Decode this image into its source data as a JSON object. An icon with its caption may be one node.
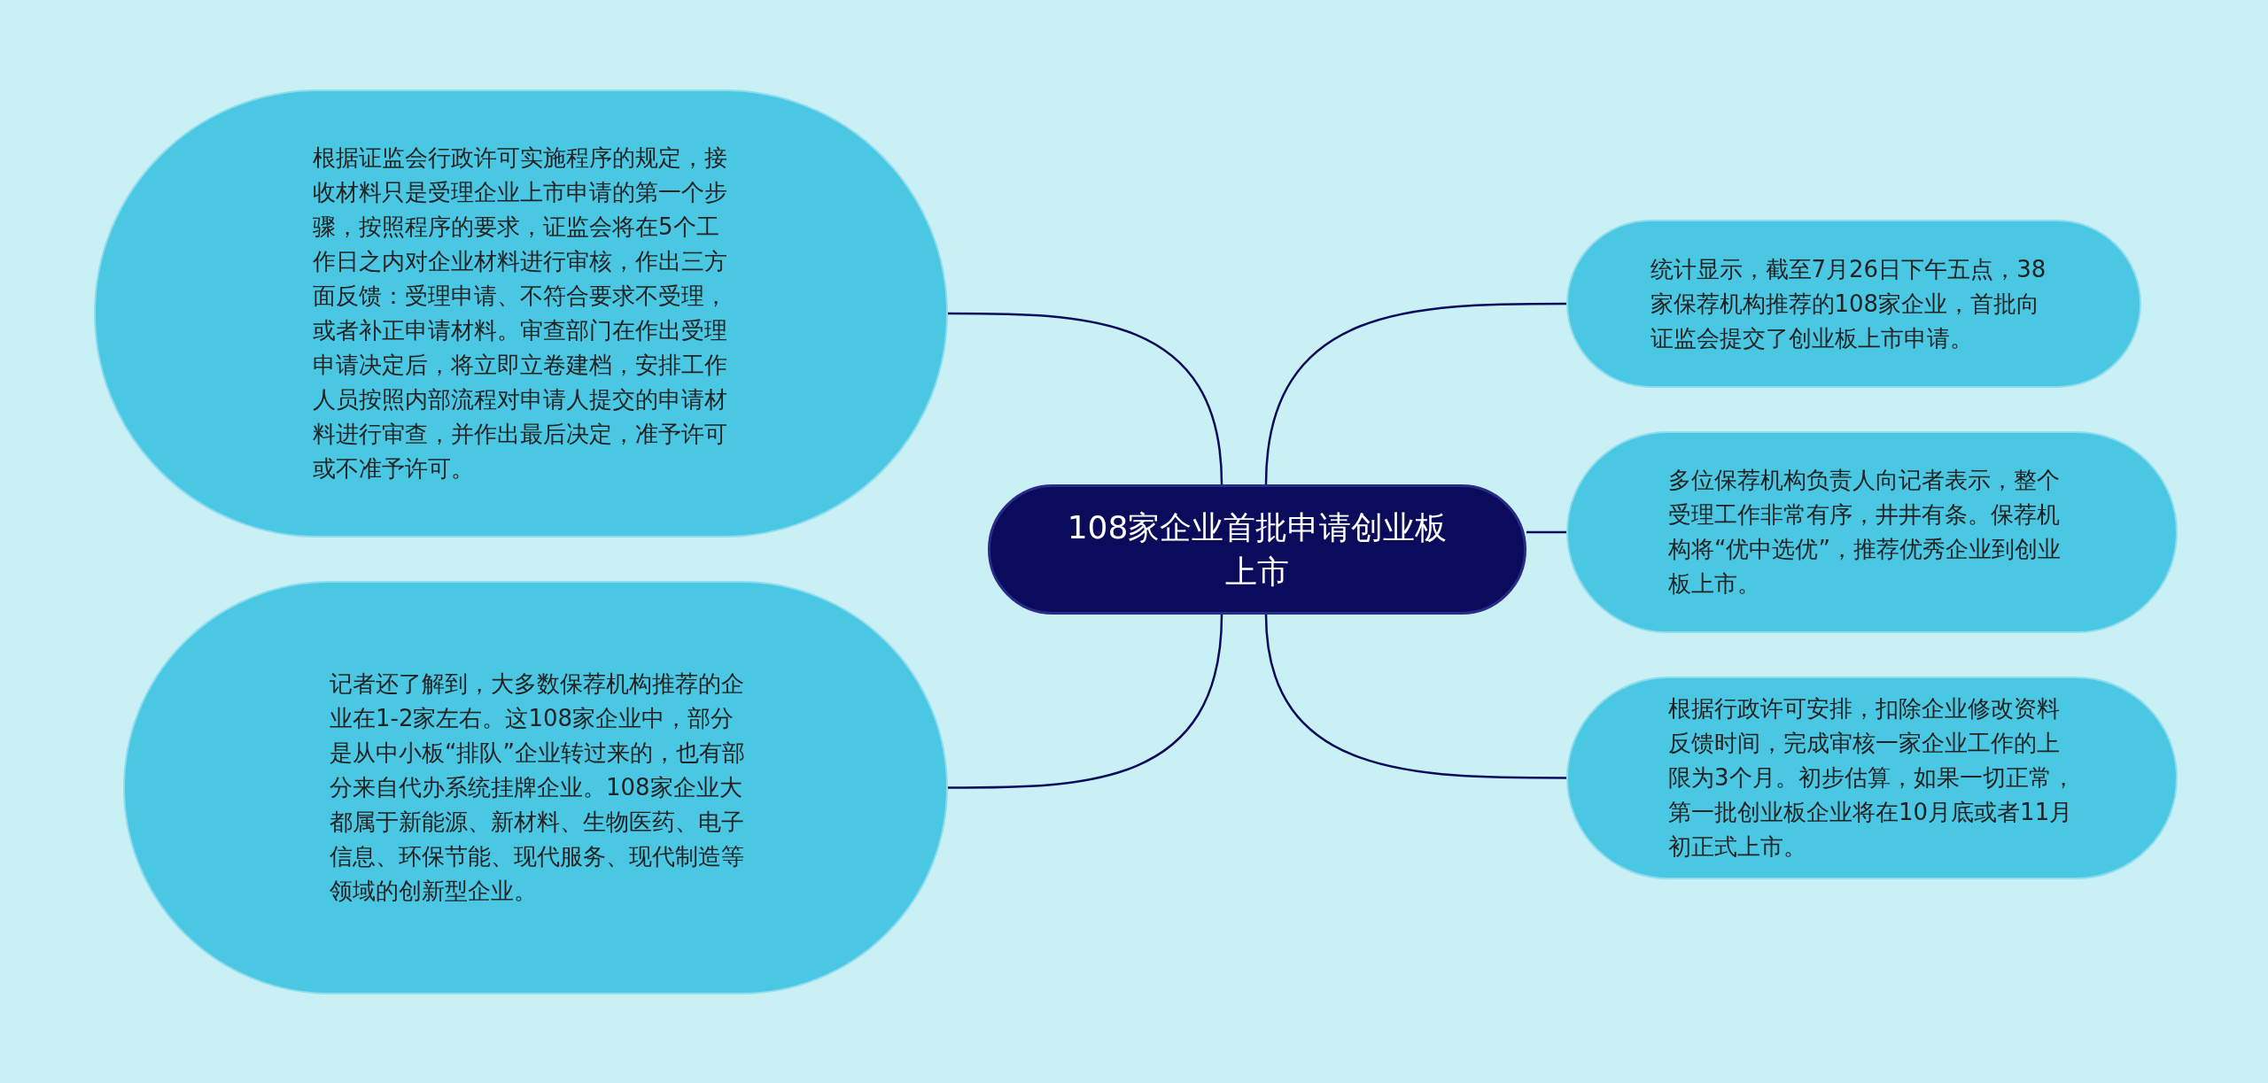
{
  "diagram": {
    "nodes": [
      {
        "text": [
          "108家企业首批申请创业板上市"
        ]
      },
      {
        "text": [
          "根据证监会行政许可实施程序的规定，接收材料只是受理企业上市申请的第一个步骤，按照程序的要求，证监会将在5个工作日之内对企业材料进行审核，作出三方面反馈：受理申请、不符合要求不受理，或者补正申请材料。审查部门在作出受理申请决定后，将立即立卷建档，安排工作人员按照内部流程对申请人提交的申请材料进行审查，并作出最后决定，准予许可或不准予许可。"
        ]
      },
      {
        "text": [
          "记者还了解到，大多数保荐机构推荐的企业在1-2家左右。这108家企业中，部分是从中小板“排队”企业转过来的，也有部分来自代办系统挂牌企业。108家企业大都属于新能源、新材料、生物医药、电子信息、环保节能、现代服务、现代制造等领域的创新型企业。"
        ]
      },
      {
        "text": [
          "统计显示，截至7月26日下午五点，38家保荐机构推荐的108家企业，首批向证监会提交了创业板上市申请。"
        ]
      },
      {
        "text": [
          "多位保荐机构负责人向记者表示，整个受理工作非常有序，井井有条。保荐机构将“优中选优”，推荐优秀企业到创业板上市。"
        ]
      },
      {
        "text": [
          "根据行政许可安排，扣除企业修改资料反馈时间，完成审核一家企业工作的上限为3个月。初步估算，如果一切正常，第一批创业板企业将在10月底或者11月初正式上市。"
        ]
      }
    ],
    "edges": [
      {
        "from": 0,
        "to": 1,
        "arrow": "none"
      },
      {
        "from": 0,
        "to": 2,
        "arrow": "none"
      },
      {
        "from": 0,
        "to": 3,
        "arrow": "none"
      },
      {
        "from": 0,
        "to": 4,
        "arrow": "none"
      },
      {
        "from": 0,
        "to": 5,
        "arrow": "none"
      }
    ]
  }
}
